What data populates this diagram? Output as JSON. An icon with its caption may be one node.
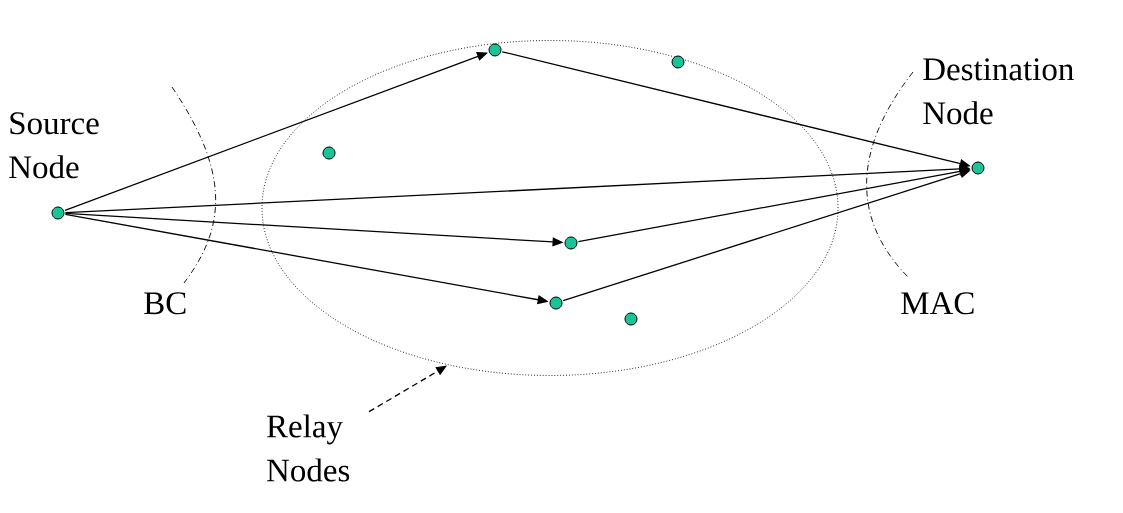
{
  "diagram": {
    "nodes": [
      {
        "text": [],
        "shape": "circle",
        "beside": [
          "Source Node"
        ]
      },
      {
        "text": [],
        "shape": "ellipse"
      },
      {
        "text": [],
        "shape": "circle",
        "in": 1
      },
      {
        "text": [],
        "shape": "circle",
        "in": 1
      },
      {
        "text": [],
        "shape": "circle",
        "in": 1
      },
      {
        "text": [],
        "shape": "circle",
        "in": 1
      },
      {
        "text": [],
        "shape": "circle",
        "in": 1
      },
      {
        "text": [],
        "shape": "circle",
        "in": 1
      },
      {
        "text": [],
        "shape": "circle",
        "beside": [
          "Destination Node"
        ]
      },
      {
        "text": [
          "Relay Nodes"
        ]
      }
    ],
    "edges": [
      {
        "from": 0,
        "to": 2,
        "arrow": "to"
      },
      {
        "from": 0,
        "to": 8,
        "arrow": "to"
      },
      {
        "from": 0,
        "to": 5,
        "arrow": "to"
      },
      {
        "from": 0,
        "to": 6,
        "arrow": "to"
      },
      {
        "from": 2,
        "to": 8,
        "arrow": "to"
      },
      {
        "from": 5,
        "to": 8,
        "arrow": "to"
      },
      {
        "from": 6,
        "to": 8,
        "arrow": "to"
      },
      {
        "from": 9,
        "to": 1,
        "arrow": "to",
        "style": "dashed"
      }
    ],
    "labels": [
      "BC",
      "MAC"
    ]
  }
}
